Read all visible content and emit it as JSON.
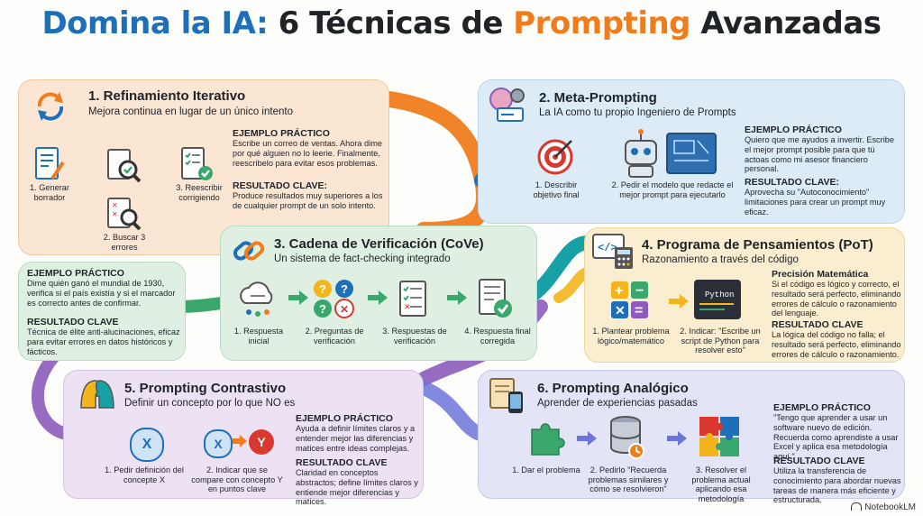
{
  "title": {
    "part1": "Domina la IA:",
    "part2": "6 Técnicas de",
    "part3": "Prompting",
    "part4": "Avanzadas"
  },
  "s1": {
    "title": "1. Refinamiento Iterativo",
    "subtitle": "Mejora continua en lugar de un único intento",
    "steps": [
      "1. Generar borrador",
      "2. Buscar 3 errores",
      "3. Reescribir corrigiendo"
    ],
    "ex_head": "EJEMPLO PRÁCTICO",
    "ex_text": "Escribe un correo de ventas. Ahora dime por qué alguien no lo leerie. Finalmente, reescribelo para evitar esos problemas.",
    "res_head": "RESULTADO CLAVE:",
    "res_text": "Produce resultados muy superiores a los de cualquier prompt de un solo intento."
  },
  "s2": {
    "title": "2. Meta-Prompting",
    "subtitle": "La IA como tu propio Ingeniero de Prompts",
    "steps": [
      "1. Describir objetivo final",
      "2. Pedir el modelo que redacte el mejor prompt para ejecutarlo"
    ],
    "ex_head": "EJEMPLO PRÁCTICO",
    "ex_text": "Quiero que me ayudos a invertir. Escribe el mejor prompt posible para que tú actoas como mi asesor financiero personal.",
    "res_head": "RESULTADO CLAVE:",
    "res_text": "Aprovecha su \"Autoconocimiento\" limitaciones para crear un prompt muy eficaz."
  },
  "s3": {
    "title": "3. Cadena de Verificación (CoVe)",
    "subtitle": "Un sistema de fact-checking integrado",
    "steps": [
      "1. Respuesta inicial",
      "2. Preguntas de verificación",
      "3. Respuestas de verificación",
      "4. Respuesta final corregida"
    ],
    "ex_head": "EJEMPLO PRÁCTICO",
    "ex_text": "Dime quién ganó el mundial de 1930, verifica si el país existía y si el marcador es correcto antes de confirmar.",
    "res_head": "RESULTADO CLAVE",
    "res_text": "Técnica de élite anti-alucinaciones, eficaz para evitar errores en datos históricos y fácticos."
  },
  "s4": {
    "title": "4. Programa de Pensamientos (PoT)",
    "subtitle": "Razonamiento a través del código",
    "steps": [
      "1. Plantear problema lógico/matemático",
      "2. Indicar: \"Escribe un script de Python para resolver esto\""
    ],
    "code_label": "Python",
    "ex_head": "Precisión Matemática",
    "ex_text": "Si el código es lógico y correcto, el resultado será perfecto, eliminando errores de cálculo o razonamiento del lenguaje.",
    "res_head": "RESULTADO CLAVE",
    "res_text": "La lógica del código no falla; el resultado será perfecto, eliminando errores de cálculo o razonamiento."
  },
  "s5": {
    "title": "5. Prompting Contrastivo",
    "subtitle": "Definir un concepto por lo que NO es",
    "steps": [
      "1. Pedir definición del concepte X",
      "2. Indicar que se compare con concepto Y en puntos clave"
    ],
    "x": "X",
    "y": "Y",
    "ex_head": "EJEMPLO PRÁCTICO",
    "ex_text": "Ayuda a definir límites claros y a entender mejor las diferencias y matices entre ideas complejas.",
    "res_head": "RESULTADO CLAVE",
    "res_text": "Claridad en conceptos abstractos; define límites claros y entiende mejor diferencias y matices."
  },
  "s6": {
    "title": "6. Prompting Analógico",
    "subtitle": "Aprender de experiencias pasadas",
    "steps": [
      "1. Dar el problema",
      "2. Pedirlo \"Recuerda problemas similares y cómo se resolvieron\"",
      "3. Resolver el problema actual aplicando esa metodología"
    ],
    "ex_head": "EJEMPLO PRÁCTICO",
    "ex_text": "\"Tengo que aprender a usar un software nuevo de edición. Recuerda como aprendiste a usar Excel y aplica esa metodología aquí.\"",
    "res_head": "RESULTADO CLAVE",
    "res_text": "Utiliza la transferencia de conocimiento para abordar nuevas tareas de manera más eficiente y estructurada."
  },
  "watermark": "NotebookLM",
  "colors": {
    "blue": "#1e6fb8",
    "orange": "#f07c1c",
    "green": "#3aa76d",
    "purple": "#8d5bbd",
    "teal": "#17a0a6",
    "yellow": "#f3b51b"
  }
}
